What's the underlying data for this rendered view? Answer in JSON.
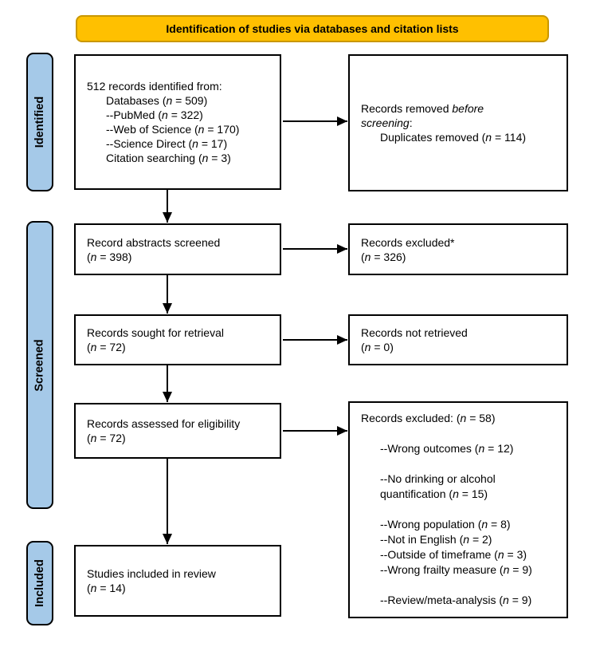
{
  "header": {
    "title": "Identification of studies via databases and citation lists"
  },
  "colors": {
    "banner_fill": "#FFC000",
    "banner_border": "#C99700",
    "stage_fill": "#A5C9E8"
  },
  "stages": [
    {
      "label": "Identified"
    },
    {
      "label": "Screened"
    },
    {
      "label": "Included"
    }
  ],
  "boxes": {
    "records-identified": {
      "lines": [
        {
          "indent": 0,
          "seg": [
            {
              "t": "512 records identified from:"
            }
          ]
        },
        {
          "indent": 1,
          "seg": [
            {
              "t": "Databases ("
            },
            {
              "t": "n",
              "i": true
            },
            {
              "t": " = 509)"
            }
          ]
        },
        {
          "indent": 1,
          "seg": [
            {
              "t": "--PubMed ("
            },
            {
              "t": "n",
              "i": true
            },
            {
              "t": " = 322)"
            }
          ]
        },
        {
          "indent": 1,
          "seg": [
            {
              "t": "--Web of Science ("
            },
            {
              "t": "n",
              "i": true
            },
            {
              "t": " = 170)"
            }
          ]
        },
        {
          "indent": 1,
          "seg": [
            {
              "t": "--Science Direct ("
            },
            {
              "t": "n",
              "i": true
            },
            {
              "t": " = 17)"
            }
          ]
        },
        {
          "indent": 1,
          "seg": [
            {
              "t": "Citation searching ("
            },
            {
              "t": "n",
              "i": true
            },
            {
              "t": " = 3)"
            }
          ]
        }
      ]
    },
    "records-removed": {
      "lines": [
        {
          "indent": 0,
          "seg": [
            {
              "t": "Records removed "
            },
            {
              "t": "before",
              "i": true
            }
          ]
        },
        {
          "indent": 0,
          "seg": [
            {
              "t": "screening",
              "i": true
            },
            {
              "t": ":"
            }
          ]
        },
        {
          "indent": 1,
          "seg": [
            {
              "t": "Duplicates removed ("
            },
            {
              "t": "n",
              "i": true
            },
            {
              "t": " = 114)"
            }
          ]
        }
      ]
    },
    "abstracts-screened": {
      "lines": [
        {
          "indent": 0,
          "seg": [
            {
              "t": "Record abstracts screened"
            }
          ]
        },
        {
          "indent": 0,
          "seg": [
            {
              "t": "("
            },
            {
              "t": "n",
              "i": true
            },
            {
              "t": " = 398)"
            }
          ]
        }
      ]
    },
    "records-excluded-screening": {
      "lines": [
        {
          "indent": 0,
          "seg": [
            {
              "t": "Records excluded*"
            }
          ]
        },
        {
          "indent": 0,
          "seg": [
            {
              "t": "("
            },
            {
              "t": "n",
              "i": true
            },
            {
              "t": " = 326)"
            }
          ]
        }
      ]
    },
    "records-sought": {
      "lines": [
        {
          "indent": 0,
          "seg": [
            {
              "t": "Records sought for retrieval"
            }
          ]
        },
        {
          "indent": 0,
          "seg": [
            {
              "t": "("
            },
            {
              "t": "n",
              "i": true
            },
            {
              "t": " = 72)"
            }
          ]
        }
      ]
    },
    "records-not-retrieved": {
      "lines": [
        {
          "indent": 0,
          "seg": [
            {
              "t": "Records not retrieved"
            }
          ]
        },
        {
          "indent": 0,
          "seg": [
            {
              "t": "("
            },
            {
              "t": "n",
              "i": true
            },
            {
              "t": " = 0)"
            }
          ]
        }
      ]
    },
    "records-assessed": {
      "lines": [
        {
          "indent": 0,
          "seg": [
            {
              "t": "Records assessed for eligibility"
            }
          ]
        },
        {
          "indent": 0,
          "seg": [
            {
              "t": "("
            },
            {
              "t": "n",
              "i": true
            },
            {
              "t": " = 72)"
            }
          ]
        }
      ]
    },
    "records-excluded-eligibility": {
      "lines": [
        {
          "indent": 0,
          "seg": [
            {
              "t": "Records excluded: ("
            },
            {
              "t": "n",
              "i": true
            },
            {
              "t": " = 58)"
            }
          ]
        },
        {
          "indent": 0,
          "seg": []
        },
        {
          "indent": 1,
          "seg": [
            {
              "t": "--Wrong outcomes ("
            },
            {
              "t": "n",
              "i": true
            },
            {
              "t": " = 12)"
            }
          ]
        },
        {
          "indent": 0,
          "seg": []
        },
        {
          "indent": 1,
          "seg": [
            {
              "t": "--No drinking or alcohol"
            }
          ]
        },
        {
          "indent": 1,
          "seg": [
            {
              "t": "quantification ("
            },
            {
              "t": "n",
              "i": true
            },
            {
              "t": " = 15)"
            }
          ]
        },
        {
          "indent": 0,
          "seg": []
        },
        {
          "indent": 1,
          "seg": [
            {
              "t": "--Wrong population ("
            },
            {
              "t": "n",
              "i": true
            },
            {
              "t": " = 8)"
            }
          ]
        },
        {
          "indent": 1,
          "seg": [
            {
              "t": "--Not in English ("
            },
            {
              "t": "n",
              "i": true
            },
            {
              "t": " = 2)"
            }
          ]
        },
        {
          "indent": 1,
          "seg": [
            {
              "t": "--Outside of timeframe ("
            },
            {
              "t": "n",
              "i": true
            },
            {
              "t": " = 3)"
            }
          ]
        },
        {
          "indent": 1,
          "seg": [
            {
              "t": "--Wrong frailty measure ("
            },
            {
              "t": "n",
              "i": true
            },
            {
              "t": " = 9)"
            }
          ]
        },
        {
          "indent": 0,
          "seg": []
        },
        {
          "indent": 1,
          "seg": [
            {
              "t": "--Review/meta-analysis ("
            },
            {
              "t": "n",
              "i": true
            },
            {
              "t": " = 9)"
            }
          ]
        }
      ]
    },
    "studies-included": {
      "lines": [
        {
          "indent": 0,
          "seg": [
            {
              "t": "Studies included in review"
            }
          ]
        },
        {
          "indent": 0,
          "seg": [
            {
              "t": "("
            },
            {
              "t": "n",
              "i": true
            },
            {
              "t": " = 14)"
            }
          ]
        }
      ]
    }
  }
}
